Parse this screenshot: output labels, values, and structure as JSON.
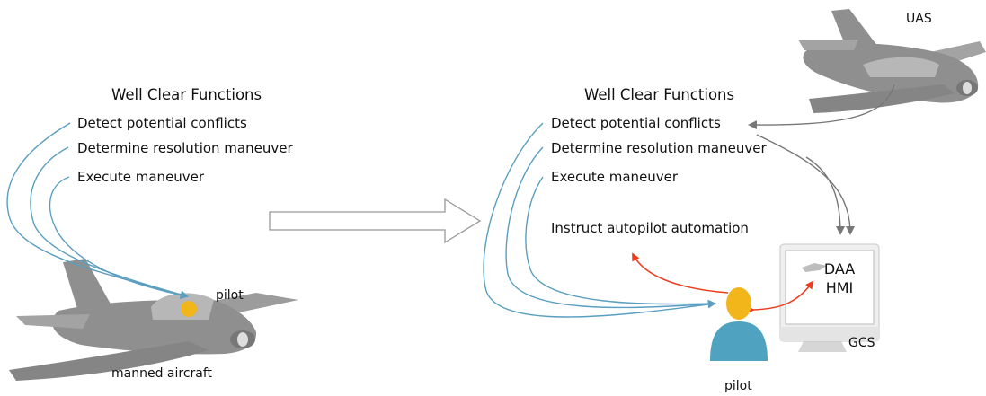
{
  "left_panel": {
    "title": "Well Clear Functions",
    "functions": [
      "Detect potential conflicts",
      "Determine resolution maneuver",
      "Execute maneuver"
    ],
    "pilot_label": "pilot",
    "aircraft_label": "manned aircraft"
  },
  "right_panel": {
    "title": "Well Clear Functions",
    "functions": [
      "Detect potential conflicts",
      "Determine resolution maneuver",
      "Execute maneuver"
    ],
    "automation_label": "Instruct autopilot automation",
    "uas_label": "UAS",
    "display_line1": "DAA",
    "display_line2": "HMI",
    "gcs_label": "GCS",
    "pilot_label": "pilot"
  },
  "colors": {
    "aircraft": "#8f8f8f",
    "connector_blue": "#5a9ec0",
    "connector_gray": "#777777",
    "connector_red": "#ee3b1c",
    "pilot_head": "#f2b51a",
    "pilot_body": "#4fa3c0",
    "transition_arrow_stroke": "#999999"
  },
  "icons": [
    "plane-icon",
    "pilot-icon",
    "monitor-icon",
    "transition-arrow-icon"
  ]
}
